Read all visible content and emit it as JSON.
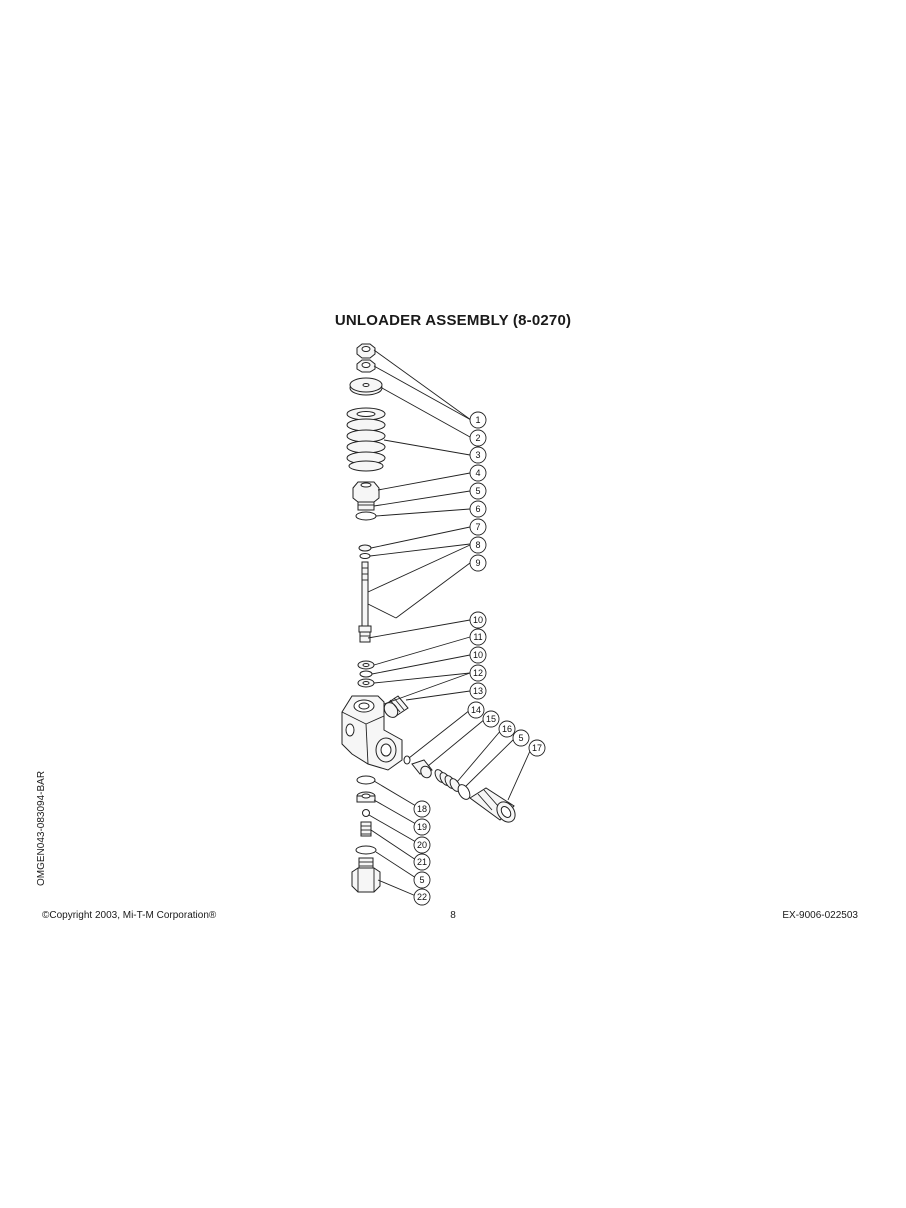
{
  "title": "UNLOADER ASSEMBLY (8-0270)",
  "side_code": "OMGEN043-083094-BAR",
  "footer": {
    "copyright": "©Copyright  2003, Mi-T-M Corporation®",
    "page_number": "8",
    "doc_code": "EX-9006-022503"
  },
  "callouts": [
    "1",
    "2",
    "3",
    "4",
    "5",
    "6",
    "7",
    "8",
    "9",
    "10",
    "11",
    "10",
    "12",
    "13",
    "14",
    "15",
    "16",
    "5",
    "17",
    "18",
    "19",
    "20",
    "21",
    "5",
    "22"
  ]
}
